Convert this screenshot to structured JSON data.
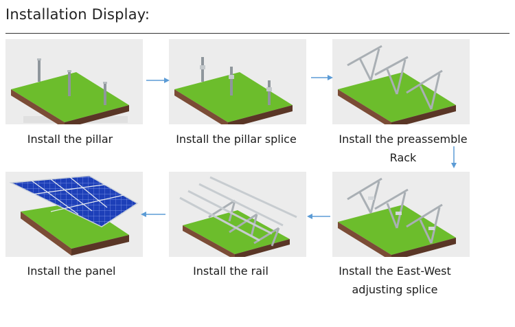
{
  "heading": "Installation Display:",
  "steps": [
    {
      "label_lines": [
        "Install the pillar"
      ],
      "picture": "ground-block-with-pillars"
    },
    {
      "label_lines": [
        "Install the pillar splice"
      ],
      "picture": "ground-block-with-pillars-and-splices"
    },
    {
      "label_lines": [
        "Install the preassemble",
        "Rack"
      ],
      "picture": "ground-block-with-triangular-racks"
    },
    {
      "label_lines": [
        "Install the East-West",
        "adjusting splice"
      ],
      "picture": "ground-block-with-racks-and-splices"
    },
    {
      "label_lines": [
        "Install the rail"
      ],
      "picture": "ground-block-with-racks-and-rails"
    },
    {
      "label_lines": [
        "Install the panel"
      ],
      "picture": "ground-block-with-solar-panels"
    }
  ],
  "colors": {
    "grass": "#6cbd2c",
    "soil": "#7b4c36",
    "metal": "#a9afb4",
    "panel": "#1d3fb8",
    "arrow": "#5b9bd5"
  }
}
